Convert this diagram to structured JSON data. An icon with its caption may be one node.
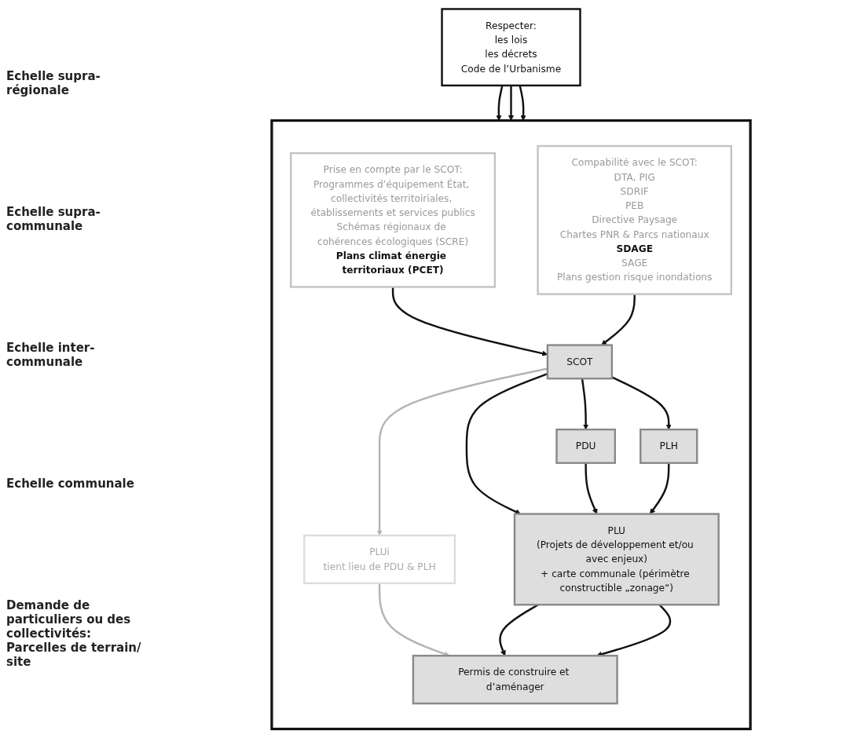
{
  "diagram": {
    "nodes": [
      {
        "text": [],
        "shape": "box"
      },
      {
        "text": [
          "Prise en compte par le SCOT:",
          "Programmes d’équipement État, collectivités territoiriales, établissements et services publics",
          "Schémas régionaux de cohérences écologiques (SCRE)",
          "**Plans climat énergie territoriaux (PCET)**"
        ],
        "in": 0
      },
      {
        "text": [
          "Compabilité avec le SCOT:",
          "DTA, PIG",
          "SDRIF",
          "PEB",
          "Directive Paysage",
          "Chartes PNR & Parcs nationaux",
          "**SDAGE**",
          "SAGE",
          "Plans gestion risque inondations"
        ],
        "in": 0
      },
      {
        "text": [
          "SCOT"
        ],
        "in": 0
      },
      {
        "text": [
          "PDU"
        ],
        "in": 0
      },
      {
        "text": [
          "PLH"
        ],
        "in": 0
      },
      {
        "text": [
          "PLUi",
          "tient lieu de PDU & PLH"
        ],
        "in": 0
      },
      {
        "text": [
          "PLU",
          "(Projets de développement et/ou avec enjeux)",
          "+ carte communale (périmètre constructible „zonage“)"
        ],
        "in": 0
      },
      {
        "text": [
          "Permis de construire et d’aménager"
        ],
        "in": 0
      },
      {
        "text": [
          "Respecter:",
          "les lois",
          "les décrets",
          "Code de l’Urbanisme"
        ]
      }
    ],
    "edges": [
      {
        "from": 1,
        "to": 3,
        "arrow": "to"
      },
      {
        "from": 2,
        "to": 3,
        "arrow": "to"
      },
      {
        "from": 3,
        "to": 7,
        "arrow": "to"
      },
      {
        "from": 3,
        "to": 4,
        "arrow": "to"
      },
      {
        "from": 3,
        "to": 5,
        "arrow": "to"
      },
      {
        "from": 3,
        "to": 6,
        "arrow": "to",
        "color": "#b4b4b4"
      },
      {
        "from": 4,
        "to": 7,
        "arrow": "to"
      },
      {
        "from": 5,
        "to": 7,
        "arrow": "to"
      },
      {
        "from": 6,
        "to": 8,
        "arrow": "to",
        "color": "#b4b4b4"
      },
      {
        "from": 7,
        "to": 8,
        "arrow": "to"
      },
      {
        "from": 7,
        "to": 8,
        "arrow": "to"
      },
      {
        "from": 9,
        "to": 0,
        "arrow": "to"
      },
      {
        "from": 9,
        "to": 0,
        "arrow": "to"
      },
      {
        "from": 9,
        "to": 0,
        "arrow": "to"
      }
    ],
    "labels": [
      "Echelle supra-régionale",
      "Echelle supra-communale",
      "Echelle inter-communale",
      "Echelle communale",
      "Demande de particuliers ou des collectivités: Parcelles de terrain/ site"
    ]
  }
}
